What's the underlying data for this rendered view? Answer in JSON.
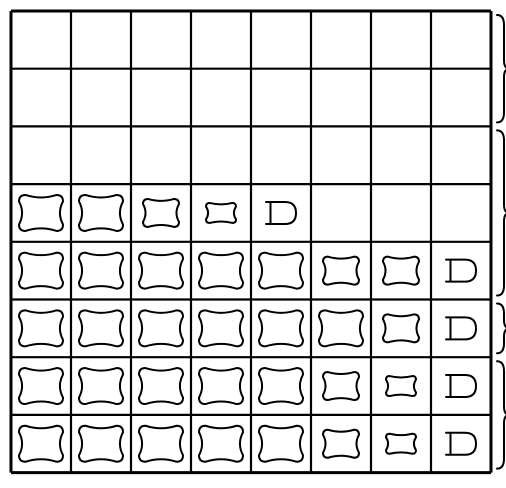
{
  "grid": {
    "rows": 8,
    "cols": 8,
    "line_color": "#000000",
    "background": "#ffffff",
    "empty_rows": 3,
    "cells": [
      [
        "empty",
        "empty",
        "empty",
        "empty",
        "empty",
        "empty",
        "empty",
        "empty"
      ],
      [
        "empty",
        "empty",
        "empty",
        "empty",
        "empty",
        "empty",
        "empty",
        "empty"
      ],
      [
        "empty",
        "empty",
        "empty",
        "empty",
        "empty",
        "empty",
        "empty",
        "empty"
      ],
      [
        "tile-large",
        "tile-large",
        "tile-medium",
        "tile-small",
        "cup",
        "empty",
        "empty",
        "empty"
      ],
      [
        "tile-large",
        "tile-large",
        "tile-large",
        "tile-large",
        "tile-large",
        "tile-medium",
        "tile-medium",
        "cup"
      ],
      [
        "tile-large",
        "tile-large",
        "tile-large",
        "tile-large",
        "tile-large",
        "tile-large",
        "tile-medium",
        "cup"
      ],
      [
        "tile-large",
        "tile-large",
        "tile-large",
        "tile-large",
        "tile-large",
        "tile-medium",
        "tile-small",
        "cup"
      ],
      [
        "tile-large",
        "tile-large",
        "tile-large",
        "tile-large",
        "tile-large",
        "tile-medium",
        "tile-small",
        "cup"
      ]
    ]
  },
  "braces": {
    "count": 4,
    "groups": [
      {
        "from_row": 0,
        "to_row": 1
      },
      {
        "from_row": 2,
        "to_row": 4
      },
      {
        "from_row": 5,
        "to_row": 5
      },
      {
        "from_row": 6,
        "to_row": 7
      }
    ]
  }
}
